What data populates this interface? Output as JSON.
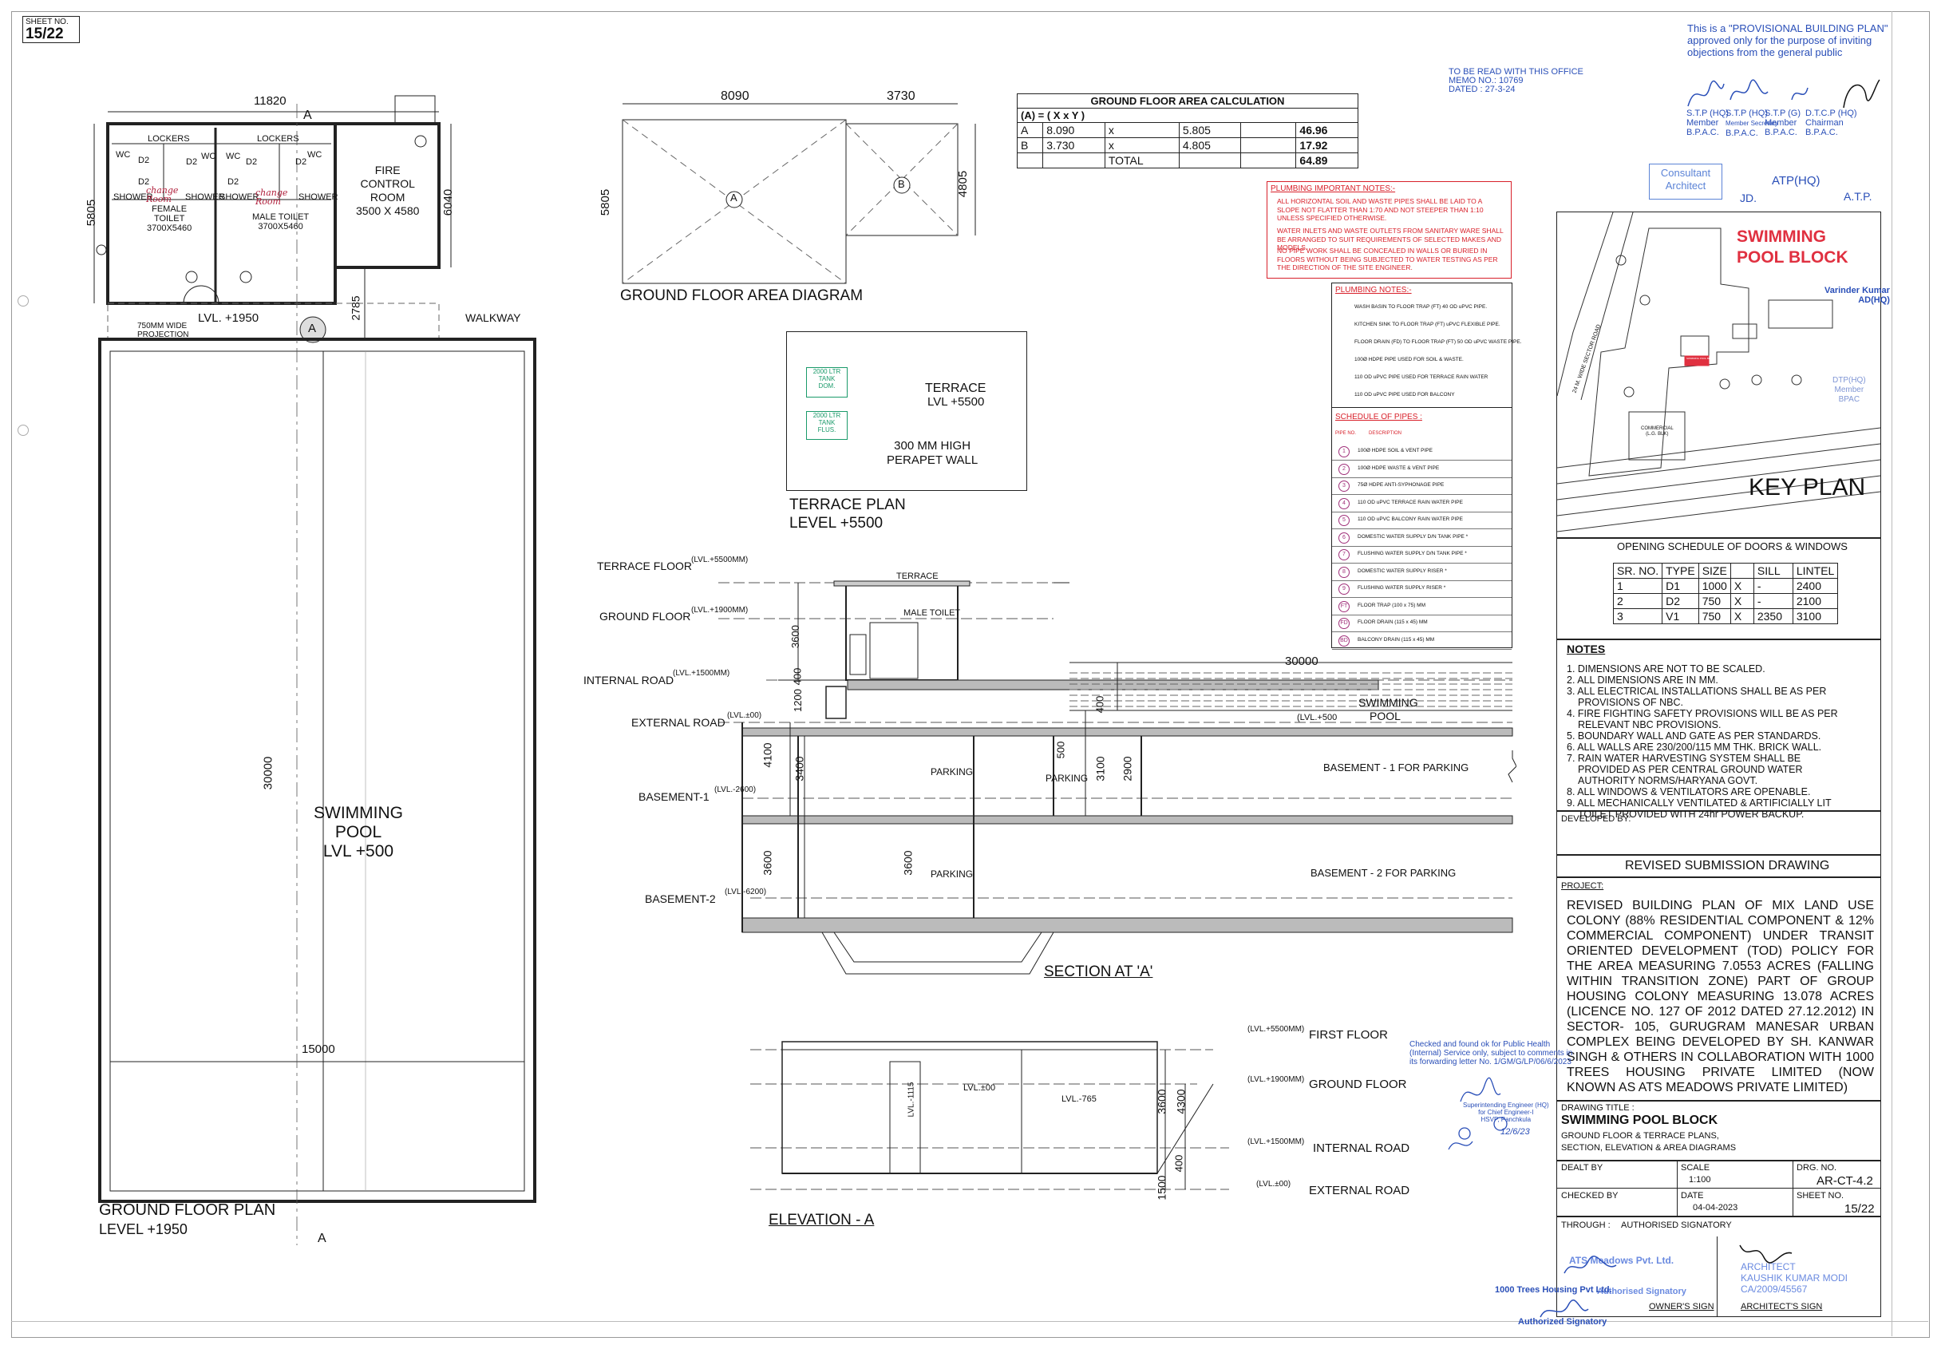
{
  "sheet": {
    "label": "SHEET NO.",
    "value": "15/22"
  },
  "ground_floor_plan": {
    "dim_width": "11820",
    "dim_height": "5805",
    "dim_right": "6040",
    "dim_offset": "2785",
    "lockers": [
      "LOCKERS",
      "LOCKERS"
    ],
    "wc": [
      "WC",
      "WC",
      "WC",
      "WC"
    ],
    "doors": [
      "D2",
      "D2",
      "D2",
      "D2",
      "D2",
      "D2"
    ],
    "shower": [
      "SHOWER",
      "SHOWER",
      "SHOWER",
      "SHOWER"
    ],
    "female_toilet": [
      "FEMALE",
      "TOILET",
      "3700X5460"
    ],
    "male_toilet": [
      "MALE TOILET",
      "3700X5460"
    ],
    "handwritten_change": [
      "change",
      "Room",
      "change",
      "Room"
    ],
    "fire_room": [
      "FIRE",
      "CONTROL",
      "ROOM",
      "3500 X 4580"
    ],
    "level": "LVL. +1950",
    "walkway": "WALKWAY",
    "projection": [
      "750MM WIDE",
      "PROJECTION"
    ],
    "section_marker": "A",
    "pool": [
      "SWIMMING",
      "POOL",
      "LVL +500"
    ],
    "pool_length": "30000",
    "pool_width": "15000",
    "title": "GROUND FLOOR PLAN",
    "subtitle": "LEVEL +1950"
  },
  "area_diagram": {
    "dim_a": "8090",
    "dim_b": "3730",
    "dim_left": "5805",
    "dim_right": "4805",
    "label_a": "A",
    "label_b": "B",
    "title": "GROUND FLOOR AREA DIAGRAM"
  },
  "area_table": {
    "title": "GROUND FLOOR AREA CALCULATION",
    "formula": "(A) = ( X x Y )",
    "rows": [
      [
        "A",
        "8.090",
        "x",
        "5.805",
        "",
        "46.96"
      ],
      [
        "B",
        "3.730",
        "x",
        "4.805",
        "",
        "17.92"
      ],
      [
        "",
        "",
        "TOTAL",
        "",
        "",
        "64.89"
      ]
    ]
  },
  "terrace_plan": {
    "terrace": "TERRACE",
    "lvl": "LVL +5500",
    "wall": [
      "300 MM HIGH",
      "PERAPET WALL"
    ],
    "tank1": [
      "2000 LTR",
      "TANK",
      "DOM."
    ],
    "tank2": [
      "2000 LTR",
      "TANK",
      "FLUS."
    ],
    "title": "TERRACE PLAN",
    "subtitle": "LEVEL +5500"
  },
  "section": {
    "levels": [
      {
        "name": "TERRACE FLOOR",
        "lvl": "(LVL.+5500MM)"
      },
      {
        "name": "GROUND FLOOR",
        "lvl": "(LVL.+1900MM)"
      },
      {
        "name": "INTERNAL ROAD",
        "lvl": "(LVL.+1500MM)"
      },
      {
        "name": "EXTERNAL ROAD",
        "lvl": "(LVL.±00)"
      },
      {
        "name": "BASEMENT-1",
        "lvl": "(LVL.-2600)"
      },
      {
        "name": "BASEMENT-2",
        "lvl": "(LVL.-6200)"
      }
    ],
    "dims": [
      "3600",
      "400",
      "1200",
      "4100",
      "3400",
      "3600",
      "3600",
      "500",
      "3100",
      "2900",
      "400",
      "30000"
    ],
    "terrace": "TERRACE",
    "male_toilet": "MALE TOILET",
    "pool": "SWIMMING",
    "pool2": "POOL",
    "pool_lvl": "(LVL.+500",
    "parking": [
      "PARKING",
      "PARKING",
      "PARKING"
    ],
    "basement1": "BASEMENT - 1 FOR PARKING",
    "basement2": "BASEMENT - 2 FOR  PARKING",
    "title": "SECTION AT 'A'"
  },
  "elevation": {
    "levels": [
      {
        "name": "FIRST FLOOR",
        "lvl": "(LVL.+5500MM)"
      },
      {
        "name": "GROUND FLOOR",
        "lvl": "(LVL.+1900MM)"
      },
      {
        "name": "INTERNAL ROAD",
        "lvl": "(LVL.+1500MM)"
      },
      {
        "name": "EXTERNAL ROAD",
        "lvl": "(LVL.±00)"
      }
    ],
    "lvl_a": "LVL.±00",
    "lvl_b": "LVL.-765",
    "lvl_c": "LVL.-1115",
    "dims": [
      "3600",
      "4300",
      "1500",
      "400"
    ],
    "title": "ELEVATION - A"
  },
  "plumbing_important": {
    "title": "PLUMBING IMPORTANT NOTES:-",
    "items": [
      "ALL HORIZONTAL SOIL AND WASTE PIPES SHALL BE LAID TO A SLOPE NOT FLATTER THAN 1:70 AND NOT STEEPER THAN 1:10 UNLESS SPECIFIED OTHERWISE.",
      "WATER INLETS AND WASTE OUTLETS FROM SANITARY WARE SHALL BE ARRANGED TO SUIT REQUIREMENTS OF SELECTED MAKES AND MODELS.",
      "NO PIPE WORK SHALL BE CONCEALED IN WALLS OR BURIED IN FLOORS WITHOUT BEING SUBJECTED TO WATER TESTING AS PER THE DIRECTION OF THE SITE ENGINEER."
    ]
  },
  "plumbing_notes": {
    "title": "PLUMBING NOTES:-",
    "items": [
      "WASH BASIN TO FLOOR TRAP (FT) 40 OD uPVC PIPE.",
      "KITCHEN SINK TO FLOOR TRAP (FT) uPVC FLEXIBLE PIPE.",
      "FLOOR DRAIN (FD) TO FLOOR TRAP (FT) 50 OD uPVC WASTE PIPE.",
      "100Ø HDPE PIPE USED FOR SOIL & WASTE.",
      "110 OD uPVC PIPE USED FOR TERRACE RAIN WATER",
      "110 OD uPVC PIPE USED FOR BALCONY"
    ]
  },
  "pipe_schedule": {
    "title": "SCHEDULE OF PIPES :",
    "header": [
      "PIPE NO.",
      "DESCRIPTION"
    ],
    "rows": [
      [
        "1",
        "100Ø HDPE SOIL & VENT PIPE"
      ],
      [
        "2",
        "100Ø HDPE WASTE & VENT PIPE"
      ],
      [
        "3",
        "75Ø HDPE ANTI-SYPHONAGE PIPE"
      ],
      [
        "4",
        "110 OD uPVC TERRACE RAIN WATER PIPE"
      ],
      [
        "5",
        "110 OD uPVC BALCONY RAIN WATER PIPE"
      ],
      [
        "6",
        "DOMESTIC WATER SUPPLY D/N TANK PIPE *"
      ],
      [
        "7",
        "FLUSHING WATER SUPPLY D/N TANK PIPE *"
      ],
      [
        "8",
        "DOMESTIC WATER SUPPLY RISER *"
      ],
      [
        "9",
        "FLUSHING WATER SUPPLY RISER *"
      ],
      [
        "FT",
        "FLOOR TRAP (100 x 75) MM"
      ],
      [
        "FD",
        "FLOOR DRAIN (115 x 45) MM"
      ],
      [
        "BD",
        "BALCONY DRAIN (115 x 45) MM"
      ]
    ]
  },
  "provisional": [
    "This is a \"PROVISIONAL BUILDING PLAN\"",
    "approved only for the purpose of inviting",
    "objections from the general public"
  ],
  "memo": [
    "TO BE READ WITH THIS OFFICE",
    "MEMO NO.: 10769",
    "DATED :  27-3-24"
  ],
  "signatories": [
    [
      "S.T.P (HQ)",
      "Member",
      "B.P.A.C."
    ],
    [
      "S.T.P (HQ)",
      "Member Secretary",
      "B.P.A.C."
    ],
    [
      "S.T.P (G)",
      "Member",
      "B.P.A.C."
    ],
    [
      "D.T.C.P (HQ)",
      "Chairman",
      "B.P.A.C."
    ]
  ],
  "stamp_consultant": [
    "Consultant",
    "Architect"
  ],
  "stamp_jd": "JD.",
  "stamp_atp": "ATP(HQ)",
  "stamp_atp2": "A.T.P.",
  "key_plan": {
    "title": "KEY PLAN",
    "block": [
      "SWIMMING",
      "POOL BLOCK"
    ],
    "signer": [
      "Varinder Kumar",
      "AD(HQ)"
    ],
    "dtp": [
      "DTP(HQ)",
      "Member",
      "BPAC"
    ],
    "road": "24 M. WIDE SECTOR ROAD",
    "commercial": [
      "COMMERCIAL",
      "(L.G. BLK)"
    ],
    "other": "SWIMMING POOL BLOCK"
  },
  "opening_schedule": {
    "title": "OPENING SCHEDULE OF DOORS & WINDOWS",
    "header": [
      "SR. NO.",
      "TYPE",
      "SIZE",
      "",
      "SILL",
      "LINTEL"
    ],
    "rows": [
      [
        "1",
        "D1",
        "1000",
        "X",
        "-",
        "2400"
      ],
      [
        "2",
        "D2",
        "750",
        "X",
        "-",
        "2100"
      ],
      [
        "3",
        "V1",
        "750",
        "X",
        "2350",
        "3100"
      ]
    ]
  },
  "notes": {
    "title": "NOTES",
    "items": [
      "1. DIMENSIONS ARE NOT TO BE SCALED.",
      "2. ALL DIMENSIONS ARE IN MM.",
      "3. ALL ELECTRICAL INSTALLATIONS SHALL BE AS PER",
      "    PROVISIONS OF NBC.",
      "4. FIRE FIGHTING SAFETY PROVISIONS WILL BE AS PER",
      "    RELEVANT NBC PROVISIONS.",
      "5. BOUNDARY WALL AND GATE AS PER STANDARDS.",
      "6. ALL WALLS ARE 230/200/115 MM THK. BRICK WALL.",
      "7. RAIN WATER HARVESTING SYSTEM SHALL BE",
      "    PROVIDED AS PER CENTRAL GROUND WATER",
      "    AUTHORITY NORMS/HARYANA GOVT.",
      "8. ALL WINDOWS & VENTILATORS ARE OPENABLE.",
      "9. ALL MECHANICALLY VENTILATED & ARTIFICIALLY LIT",
      "    TOILET PROVIDED WITH 24hr POWER BACKUP."
    ]
  },
  "developed_by": "DEVELOPED BY:",
  "revised": "REVISED SUBMISSION DRAWING",
  "project": {
    "label": "PROJECT:",
    "text": "REVISED BUILDING PLAN OF MIX LAND USE COLONY (88% RESIDENTIAL COMPONENT & 12% COMMERCIAL COMPONENT) UNDER TRANSIT ORIENTED DEVELOPMENT (TOD) POLICY FOR THE AREA MEASURING 7.0553 ACRES (FALLING WITHIN TRANSITION ZONE) PART OF GROUP HOUSING COLONY MEASURING 13.078 ACRES (LICENCE NO. 127 OF 2012 DATED 27.12.2012) IN SECTOR- 105, GURUGRAM MANESAR URBAN COMPLEX BEING DEVELOPED BY SH. KANWAR SINGH & OTHERS IN COLLABORATION WITH 1000 TREES HOUSING PRIVATE LIMITED (NOW KNOWN AS ATS MEADOWS PRIVATE LIMITED)"
  },
  "drawing": {
    "title_label": "DRAWING TITLE :",
    "title": "SWIMMING POOL BLOCK",
    "sub1": "GROUND FLOOR & TERRACE PLANS,",
    "sub2": "SECTION, ELEVATION & AREA DIAGRAMS",
    "dealt_by": "DEALT BY",
    "scale_label": "SCALE",
    "scale": "1:100",
    "drg_label": "DRG. NO.",
    "drg": "AR-CT-4.2",
    "checked_by": "CHECKED BY",
    "date_label": "DATE",
    "date": "04-04-2023",
    "sheet_label": "SHEET NO.",
    "sheet": "15/22",
    "through": "THROUGH :",
    "authorised": "AUTHORISED SIGNATORY",
    "ats": "ATS Meadows Pvt. Ltd.",
    "auth_sig": "Authorised Signatory",
    "trees": "1000 Trees Housing Pvt Ltd.",
    "auth_sig2": "Authorized Signatory",
    "owner_sign": "OWNER'S SIGN",
    "architect": [
      "ARCHITECT",
      "KAUSHIK KUMAR MODI",
      "CA/2009/45567"
    ],
    "architect_sign": "ARCHITECT'S SIGN"
  },
  "public_health": {
    "text": [
      "Checked and found ok for Public Health",
      "(Internal) Service only, subject to comments in",
      "its forwarding letter No.  1/GM/G/LP/06/6/2023"
    ],
    "engineer": [
      "Superintending Engineer (HQ)",
      "for Chief Engineer-I",
      "HSVP, Panchkula"
    ],
    "date": "12/6/23"
  }
}
